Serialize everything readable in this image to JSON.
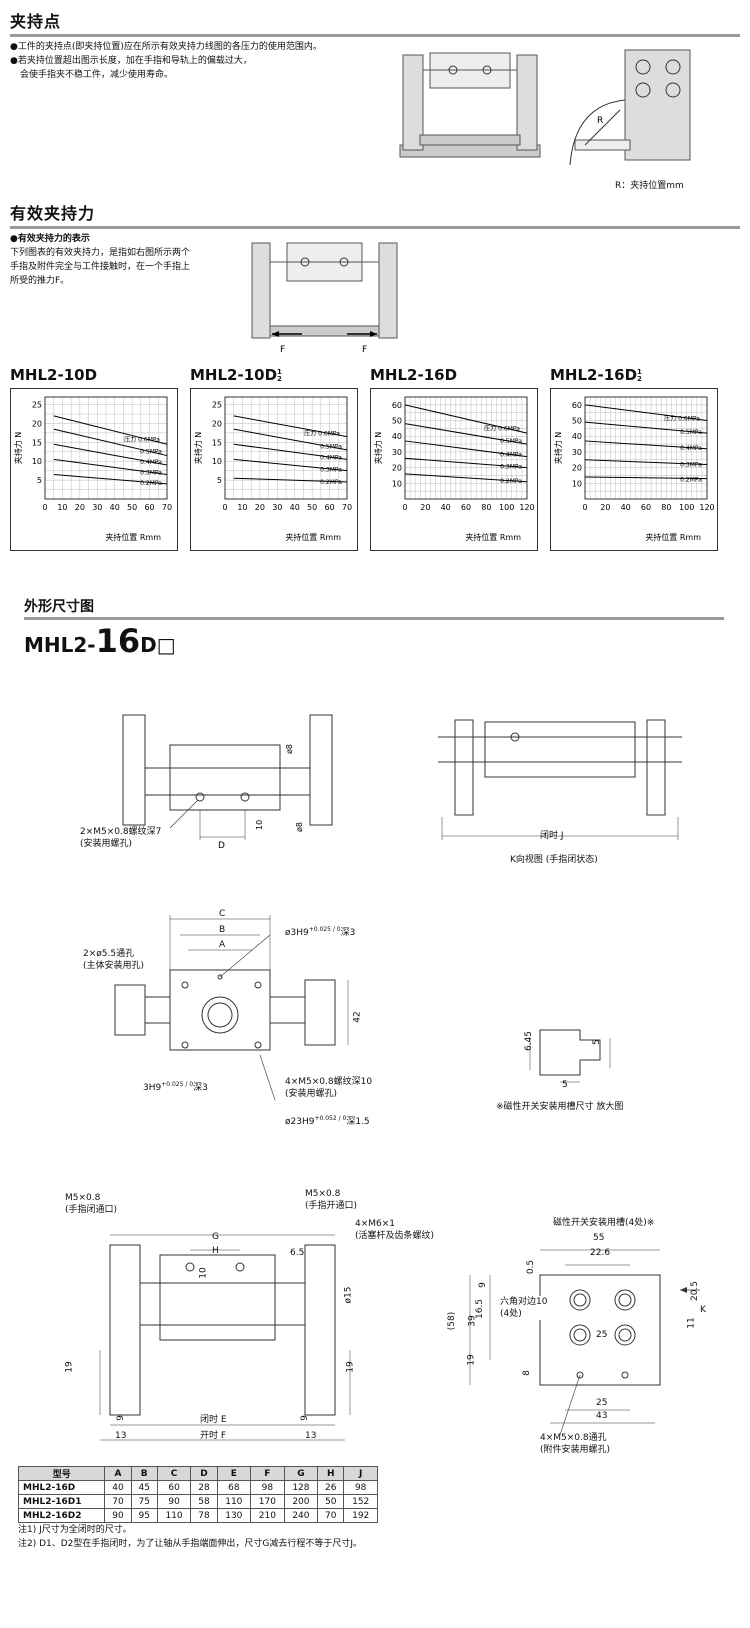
{
  "clamp_point": {
    "title": "夹持点",
    "bullets": [
      "工件的夹持点(即夹持位置)应在所示有效夹持力线图的各压力的使用范围内。",
      "若夹持位置超出图示长度，加在手指和导轨上的偏载过大，",
      "会使手指夹不稳工件，减少使用寿命。"
    ],
    "r_label": "R",
    "caption": "R：夹持位置mm"
  },
  "effective_force": {
    "title": "有效夹持力",
    "subtitle": "有效夹持力的表示",
    "text_lines": [
      "下列图表的有效夹持力，是指如右图所示两个",
      "手指及附件完全与工件接触时，在一个手指上",
      "所受的推力F。"
    ],
    "f_label": "F"
  },
  "charts_common": {
    "ylabel": "夹持力 N",
    "xlabel": "夹持位置 Rmm",
    "pressure_prefix": "压力"
  },
  "chart_data": [
    {
      "type": "line",
      "title": "MHL2-10D",
      "xlabel": "夹持位置 Rmm",
      "ylabel": "夹持力 N",
      "xlim": [
        0,
        70
      ],
      "ylim": [
        0,
        27
      ],
      "xticks": [
        "0",
        "10",
        "20",
        "30",
        "40",
        "50",
        "60",
        "70"
      ],
      "yticks": [
        "5",
        "10",
        "15",
        "20",
        "25"
      ],
      "series": [
        {
          "name": "0.6MPa",
          "x": [
            5,
            70
          ],
          "y": [
            22,
            14.5
          ]
        },
        {
          "name": "0.5MPa",
          "x": [
            5,
            70
          ],
          "y": [
            18.5,
            11.5
          ]
        },
        {
          "name": "0.4MPa",
          "x": [
            5,
            70
          ],
          "y": [
            14.5,
            9
          ]
        },
        {
          "name": "0.3MPa",
          "x": [
            5,
            70
          ],
          "y": [
            10.5,
            6.5
          ]
        },
        {
          "name": "0.2MPa",
          "x": [
            5,
            70
          ],
          "y": [
            6.5,
            4
          ]
        }
      ]
    },
    {
      "type": "line",
      "title": "MHL2-10D",
      "title_sup": "1",
      "title_sub": "2",
      "xlabel": "夹持位置 Rmm",
      "ylabel": "夹持力 N",
      "xlim": [
        0,
        70
      ],
      "ylim": [
        0,
        27
      ],
      "xticks": [
        "0",
        "10",
        "20",
        "30",
        "40",
        "50",
        "60",
        "70"
      ],
      "yticks": [
        "5",
        "10",
        "15",
        "20",
        "25"
      ],
      "series": [
        {
          "name": "0.6MPa",
          "x": [
            5,
            70
          ],
          "y": [
            22,
            16.5
          ]
        },
        {
          "name": "0.5MPa",
          "x": [
            5,
            70
          ],
          "y": [
            18.5,
            13
          ]
        },
        {
          "name": "0.4MPa",
          "x": [
            5,
            70
          ],
          "y": [
            14.5,
            10.5
          ]
        },
        {
          "name": "0.3MPa",
          "x": [
            5,
            70
          ],
          "y": [
            10.5,
            7.5
          ]
        },
        {
          "name": "0.2MPa",
          "x": [
            5,
            70
          ],
          "y": [
            5.5,
            4.5
          ]
        }
      ]
    },
    {
      "type": "line",
      "title": "MHL2-16D",
      "xlabel": "夹持位置 Rmm",
      "ylabel": "夹持力 N",
      "xlim": [
        0,
        120
      ],
      "ylim": [
        0,
        65
      ],
      "xticks": [
        "0",
        "20",
        "40",
        "60",
        "80",
        "100",
        "120"
      ],
      "yticks": [
        "10",
        "20",
        "30",
        "40",
        "50",
        "60"
      ],
      "series": [
        {
          "name": "0.6MPa",
          "x": [
            0,
            120
          ],
          "y": [
            60,
            42
          ]
        },
        {
          "name": "0.5MPa",
          "x": [
            0,
            120
          ],
          "y": [
            48,
            35
          ]
        },
        {
          "name": "0.4MPa",
          "x": [
            0,
            120
          ],
          "y": [
            37,
            27
          ]
        },
        {
          "name": "0.3MPa",
          "x": [
            0,
            120
          ],
          "y": [
            26,
            20
          ]
        },
        {
          "name": "0.2MPa",
          "x": [
            0,
            120
          ],
          "y": [
            16,
            11
          ]
        }
      ]
    },
    {
      "type": "line",
      "title": "MHL2-16D",
      "title_sup": "1",
      "title_sub": "2",
      "xlabel": "夹持位置 Rmm",
      "ylabel": "夹持力 N",
      "xlim": [
        0,
        120
      ],
      "ylim": [
        0,
        65
      ],
      "xticks": [
        "0",
        "20",
        "40",
        "60",
        "80",
        "100",
        "120"
      ],
      "yticks": [
        "10",
        "20",
        "30",
        "40",
        "50",
        "60"
      ],
      "series": [
        {
          "name": "0.6MPa",
          "x": [
            0,
            120
          ],
          "y": [
            60,
            50
          ]
        },
        {
          "name": "0.5MPa",
          "x": [
            0,
            120
          ],
          "y": [
            49,
            42
          ]
        },
        {
          "name": "0.4MPa",
          "x": [
            0,
            120
          ],
          "y": [
            37,
            32
          ]
        },
        {
          "name": "0.3MPa",
          "x": [
            0,
            120
          ],
          "y": [
            25,
            22
          ]
        },
        {
          "name": "0.2MPa",
          "x": [
            0,
            120
          ],
          "y": [
            14,
            13
          ]
        }
      ]
    }
  ],
  "dimensions": {
    "section_title": "外形尺寸图",
    "model_prefix": "MHL2-",
    "model_big": "16",
    "model_suffix": "D□",
    "view1": {
      "callout_1": "2×M5×0.8螺纹深7",
      "callout_2": "(安装用螺孔)",
      "dim_d": "D",
      "dim_phi8a": "ø8",
      "dim_phi8b": "ø8",
      "dim_10": "10"
    },
    "view2": {
      "dim_j": "闭时 J",
      "caption": "K向视图 (手指闭状态)"
    },
    "view3": {
      "dim_c": "C",
      "dim_b": "B",
      "dim_a": "A",
      "dim_42": "42",
      "hole1": "ø3H9",
      "hole1_tol": "+0.025 / 0",
      "hole1_depth": "深3",
      "hole2_1": "2×ø5.5通孔",
      "hole2_2": "(主体安装用孔)",
      "hole3": "3H9",
      "hole3_tol": "+0.025 / 0",
      "hole3_depth": "深3",
      "thread_1": "4×M5×0.8螺纹深10",
      "thread_2": "(安装用螺孔)",
      "hole4": "ø23H9",
      "hole4_tol": "+0.052 / 0",
      "hole4_depth": "深1.5"
    },
    "view4": {
      "dim_645": "6.45",
      "dim_5a": "5",
      "dim_5b": "5",
      "caption": "※磁性开关安装用槽尺寸 放大图"
    },
    "view5": {
      "port_close_1": "M5×0.8",
      "port_close_2": "(手指闭通口)",
      "port_open_1": "M5×0.8",
      "port_open_2": "(手指开通口)",
      "bolt_1": "4×M6×1",
      "bolt_2": "(活塞杆及齿条螺纹)",
      "dim_g": "G",
      "dim_h": "H",
      "dim_10": "10",
      "dim_65": "6.5",
      "dim_phi15": "ø15",
      "dim_19a": "19",
      "dim_19b": "19",
      "dim_9a": "9",
      "dim_9b": "9",
      "dim_13a": "13",
      "dim_13b": "13",
      "dim_e": "闭时 E",
      "dim_f": "开时 F"
    },
    "view6": {
      "slot_label": "磁性开关安装用槽(4处)※",
      "dim_55": "55",
      "dim_226": "22.6",
      "dim_05": "0.5",
      "dim_9": "9",
      "dim_165": "16.5",
      "dim_39": "39",
      "dim_58": "(58)",
      "dim_205": "20.5",
      "dim_11": "11",
      "dim_25a": "25",
      "dim_19": "19",
      "dim_8": "8",
      "dim_25b": "25",
      "dim_43": "43",
      "hex_1": "六角对边10",
      "hex_2": "(4处)",
      "k_label": "K",
      "hole_1": "4×M5×0.8通孔",
      "hole_2": "(附件安装用螺孔)"
    }
  },
  "table": {
    "headers": [
      "型号",
      "A",
      "B",
      "C",
      "D",
      "E",
      "F",
      "G",
      "H",
      "J"
    ],
    "rows": [
      [
        "MHL2-16D",
        "40",
        "45",
        "60",
        "28",
        "68",
        "98",
        "128",
        "26",
        "98"
      ],
      [
        "MHL2-16D1",
        "70",
        "75",
        "90",
        "58",
        "110",
        "170",
        "200",
        "50",
        "152"
      ],
      [
        "MHL2-16D2",
        "90",
        "95",
        "110",
        "78",
        "130",
        "210",
        "240",
        "70",
        "192"
      ]
    ]
  },
  "notes": [
    "注1) J尺寸为全闭时的尺寸。",
    "注2) D1、D2型在手指闭时，为了让轴从手指端面伸出，尺寸G减去行程不等于尺寸J。"
  ]
}
